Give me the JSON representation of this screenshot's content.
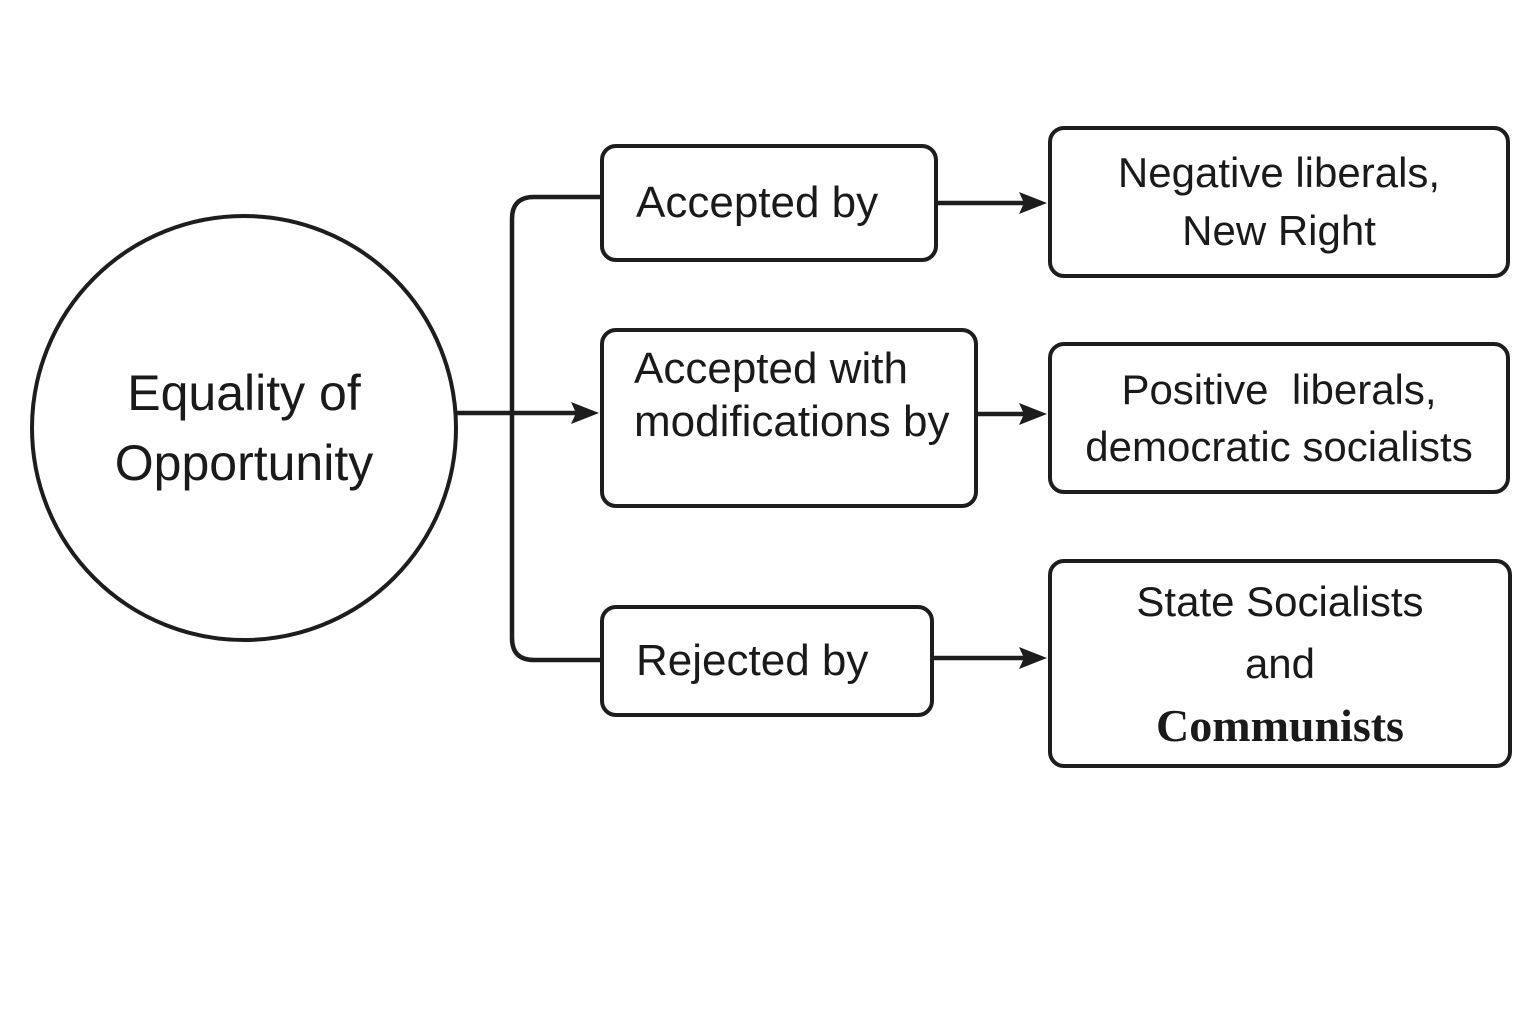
{
  "diagram": {
    "background": "#ffffff",
    "line_color": "#1d1d1d",
    "text_color": "#1a1a1a"
  },
  "nodes": {
    "root": {
      "line1": "Equality of",
      "line2": "Opportunity"
    },
    "accepted": {
      "label": "Accepted by"
    },
    "accepted_mod": {
      "line1": "Accepted with",
      "line2": "modifications by"
    },
    "rejected": {
      "label": "Rejected by"
    },
    "negative": {
      "line1": "Negative liberals,",
      "line2": "New Right"
    },
    "positive": {
      "line1": "Positive  liberals,",
      "line2": "democratic socialists"
    },
    "state": {
      "line1": "State Socialists",
      "line2": "and",
      "line3": "Communists"
    }
  },
  "edges": [
    {
      "from": "equality-of-opportunity",
      "to": "accepted-by",
      "arrowhead": false
    },
    {
      "from": "equality-of-opportunity",
      "to": "accepted-with-modifications-by",
      "arrowhead": true
    },
    {
      "from": "equality-of-opportunity",
      "to": "rejected-by",
      "arrowhead": false
    },
    {
      "from": "accepted-by",
      "to": "negative-liberals-new-right",
      "arrowhead": true
    },
    {
      "from": "accepted-with-modifications-by",
      "to": "positive-liberals-democratic-socialists",
      "arrowhead": true
    },
    {
      "from": "rejected-by",
      "to": "state-socialists-and-communists",
      "arrowhead": true
    }
  ]
}
